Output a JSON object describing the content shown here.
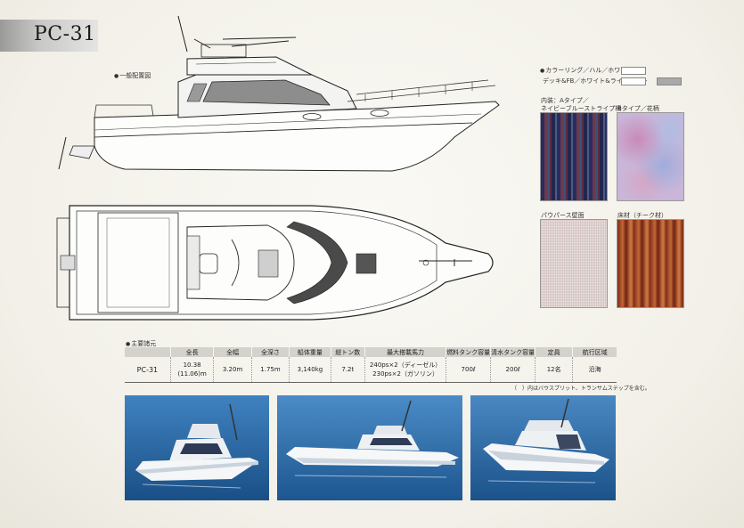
{
  "title": "PC-31",
  "labels": {
    "general_arrangement": "一般配置図",
    "main_specs": "主要諸元",
    "color_ring": "カラーリング／ハル／ホワイト",
    "deck_fb": "デッキ&FB／ホワイト&ライトグレー",
    "interior_a_line1": "内装：Aタイプ／",
    "interior_a_line2": "ネイビーブルーストライプ柄",
    "interior_b": "Bタイプ／花柄",
    "wall": "パウパース壁面",
    "floor": "床材（チーク材）",
    "footnote": "（　）内はバウスプリット、トランサムステップを含む。"
  },
  "colors": {
    "hull_swatch": "#ffffff",
    "deck_swatch": "#a9a9a9",
    "sea": "#1f5f9a",
    "sea_light": "#3f82c0",
    "header_band": "#d4d2cc"
  },
  "spec_table": {
    "headers": [
      "",
      "全長",
      "全幅",
      "全深さ",
      "船体重量",
      "総トン数",
      "最大搭載馬力",
      "燃料タンク容量",
      "清水タンク容量",
      "定員",
      "航行区域"
    ],
    "row": {
      "model": "PC-31",
      "length_1": "10.38",
      "length_2": "(11.06)m",
      "beam": "3.20m",
      "depth": "1.75m",
      "weight": "3,140kg",
      "gross_tonnage": "7.2t",
      "power_1": "240ps×2（ディーゼル）",
      "power_2": "230ps×2（ガソリン）",
      "fuel_tank": "700ℓ",
      "water_tank": "200ℓ",
      "capacity": "12名",
      "area": "沿海"
    }
  }
}
